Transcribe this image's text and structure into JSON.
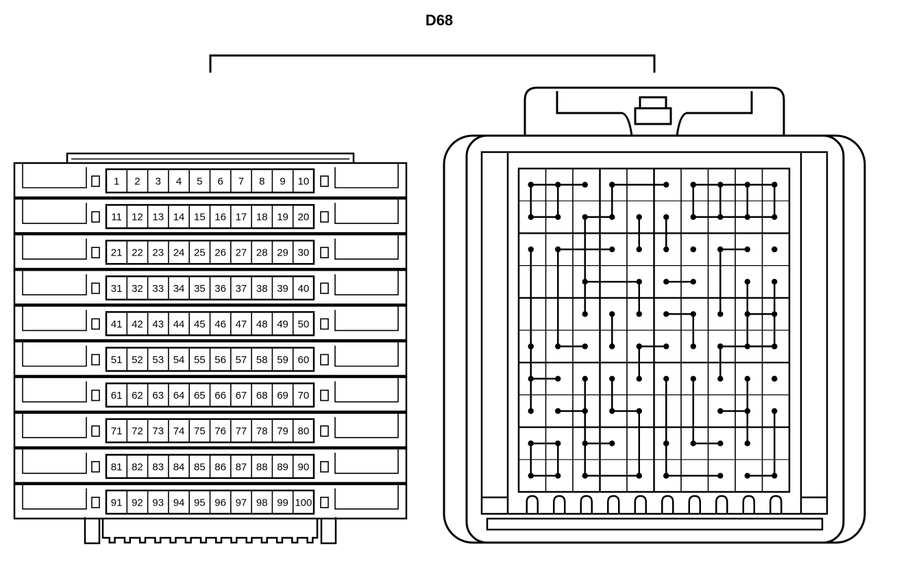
{
  "diagram": {
    "title": "D68",
    "pin_rows": [
      [
        "1",
        "2",
        "3",
        "4",
        "5",
        "6",
        "7",
        "8",
        "9",
        "10"
      ],
      [
        "11",
        "12",
        "13",
        "14",
        "15",
        "16",
        "17",
        "18",
        "19",
        "20"
      ],
      [
        "21",
        "22",
        "23",
        "24",
        "25",
        "26",
        "27",
        "28",
        "29",
        "30"
      ],
      [
        "31",
        "32",
        "33",
        "34",
        "35",
        "36",
        "37",
        "38",
        "39",
        "40"
      ],
      [
        "41",
        "42",
        "43",
        "44",
        "45",
        "46",
        "47",
        "48",
        "49",
        "50"
      ],
      [
        "51",
        "52",
        "53",
        "54",
        "55",
        "56",
        "57",
        "58",
        "59",
        "60"
      ],
      [
        "61",
        "62",
        "63",
        "64",
        "65",
        "66",
        "67",
        "68",
        "69",
        "70"
      ],
      [
        "71",
        "72",
        "73",
        "74",
        "75",
        "76",
        "77",
        "78",
        "79",
        "80"
      ],
      [
        "81",
        "82",
        "83",
        "84",
        "85",
        "86",
        "87",
        "88",
        "89",
        "90"
      ],
      [
        "91",
        "92",
        "93",
        "94",
        "95",
        "96",
        "97",
        "98",
        "99",
        "100"
      ]
    ]
  }
}
